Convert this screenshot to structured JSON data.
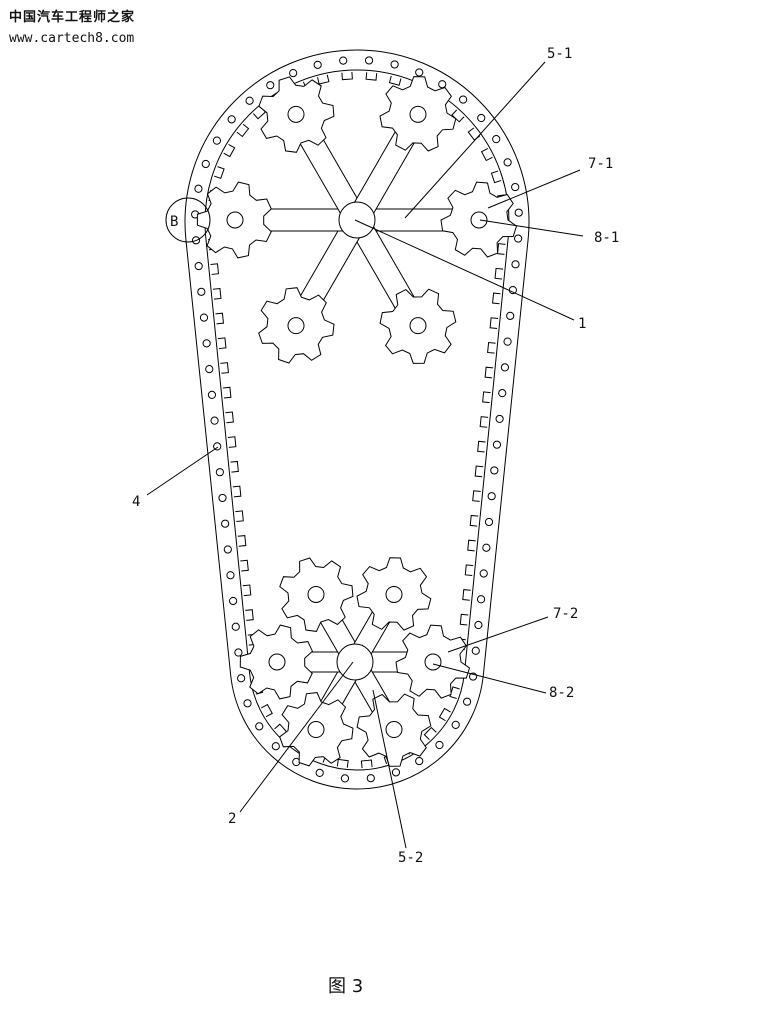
{
  "watermark": {
    "site_name": "中国汽车工程师之家",
    "url": "www.cartech8.com"
  },
  "labels": {
    "l_5_1": "5-1",
    "l_7_1": "7-1",
    "l_8_1": "8-1",
    "l_1": "1",
    "l_b": "B",
    "l_4": "4",
    "l_7_2": "7-2",
    "l_8_2": "8-2",
    "l_2": "2",
    "l_5_2": "5-2"
  },
  "figure_caption": "图 3"
}
